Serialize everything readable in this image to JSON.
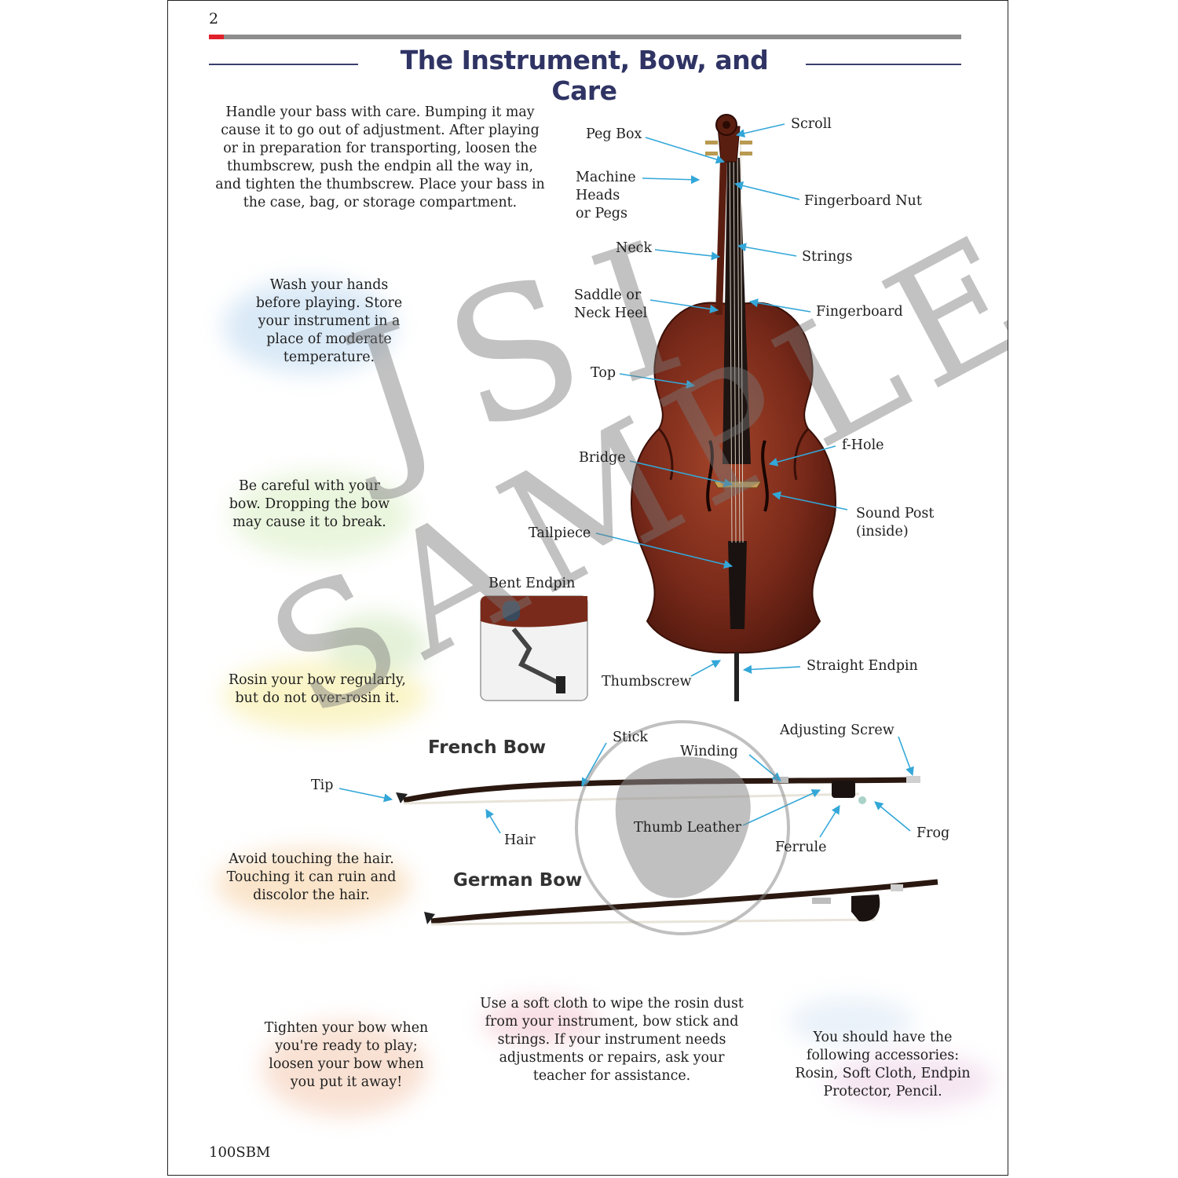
{
  "page": {
    "number": "2",
    "title": "The Instrument, Bow, and Care",
    "footer_code": "100SBM"
  },
  "care_tips": {
    "handle": "Handle your bass with care. Bumping it may cause it to go out of adjustment. After playing or in preparation for transporting, loosen the thumbscrew, push the endpin all the way in, and tighten the thumbscrew. Place your bass in the case, bag, or storage compartment.",
    "wash": "Wash your hands before playing. Store your instrument in a place of moderate temperature.",
    "careful_bow": "Be careful with your bow. Dropping the bow may cause it to break.",
    "rosin": "Rosin your bow regularly, but do not over-rosin it.",
    "hair": "Avoid touching the hair. Touching it can ruin and discolor the hair.",
    "tighten": "Tighten your bow when you're ready to play; loosen your bow when you put it away!",
    "cloth": "Use a soft cloth to wipe the rosin dust from your instrument, bow stick and strings. If your instrument needs adjustments or repairs, ask your teacher for assistance.",
    "accessories": "You should have the following accessories: Rosin, Soft Cloth, Endpin Protector, Pencil."
  },
  "bass_labels": {
    "scroll": "Scroll",
    "peg_box": "Peg Box",
    "machine_heads_1": "Machine",
    "machine_heads_2": "Heads",
    "machine_heads_3": "or Pegs",
    "fingerboard_nut": "Fingerboard Nut",
    "neck": "Neck",
    "strings": "Strings",
    "saddle_1": "Saddle or",
    "saddle_2": "Neck Heel",
    "fingerboard": "Fingerboard",
    "top": "Top",
    "f_hole": "f-Hole",
    "bridge": "Bridge",
    "sound_post_1": "Sound Post",
    "sound_post_2": "(inside)",
    "tailpiece": "Tailpiece",
    "bent_endpin": "Bent Endpin",
    "thumbscrew": "Thumbscrew",
    "straight_endpin": "Straight Endpin"
  },
  "bow_labels": {
    "french_bow": "French Bow",
    "german_bow": "German Bow",
    "stick": "Stick",
    "winding": "Winding",
    "adjusting_screw": "Adjusting Screw",
    "tip": "Tip",
    "hair": "Hair",
    "thumb_leather": "Thumb Leather",
    "ferrule": "Ferrule",
    "frog": "Frog"
  },
  "watermark": {
    "text_1": "JSI",
    "text_2": "SAMPLE"
  },
  "colors": {
    "title": "#2f3464",
    "arrow": "#33a7d8",
    "red_accent": "#e0202a",
    "bass_body": "#7a2a1a"
  }
}
